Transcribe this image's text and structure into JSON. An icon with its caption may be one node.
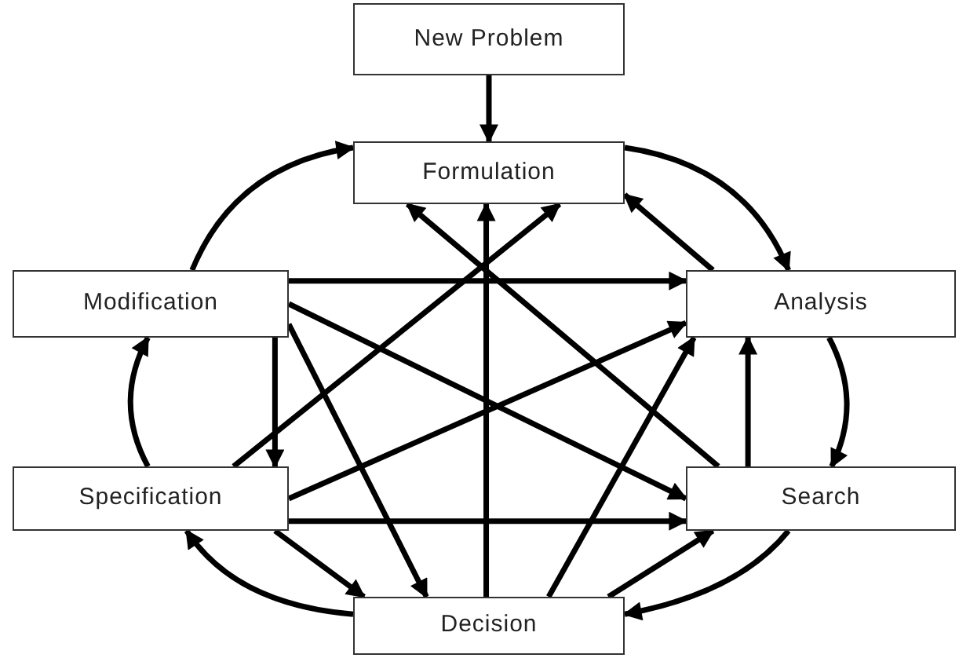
{
  "diagram": {
    "nodes": [
      {
        "text": [
          "New Problem"
        ]
      },
      {
        "text": [
          "Formulation"
        ]
      },
      {
        "text": [
          "Modification"
        ]
      },
      {
        "text": [
          "Analysis"
        ]
      },
      {
        "text": [
          "Specification"
        ]
      },
      {
        "text": [
          "Search"
        ]
      },
      {
        "text": [
          "Decision"
        ]
      }
    ],
    "edges": [
      {
        "from": 0,
        "to": 1,
        "arrow": "to"
      },
      {
        "from": 1,
        "to": 3,
        "arrow": "to"
      },
      {
        "from": 3,
        "to": 5,
        "arrow": "to"
      },
      {
        "from": 5,
        "to": 6,
        "arrow": "to"
      },
      {
        "from": 6,
        "to": 4,
        "arrow": "to"
      },
      {
        "from": 4,
        "to": 2,
        "arrow": "to"
      },
      {
        "from": 2,
        "to": 1,
        "arrow": "to"
      },
      {
        "from": 3,
        "to": 1,
        "arrow": "to"
      },
      {
        "from": 5,
        "to": 3,
        "arrow": "to"
      },
      {
        "from": 6,
        "to": 5,
        "arrow": "to"
      },
      {
        "from": 4,
        "to": 6,
        "arrow": "to"
      },
      {
        "from": 2,
        "to": 4,
        "arrow": "to"
      },
      {
        "from": 2,
        "to": 3,
        "arrow": "to"
      },
      {
        "from": 2,
        "to": 5,
        "arrow": "to"
      },
      {
        "from": 2,
        "to": 6,
        "arrow": "to"
      },
      {
        "from": 4,
        "to": 1,
        "arrow": "to"
      },
      {
        "from": 4,
        "to": 3,
        "arrow": "to"
      },
      {
        "from": 4,
        "to": 5,
        "arrow": "to"
      },
      {
        "from": 6,
        "to": 1,
        "arrow": "to"
      },
      {
        "from": 6,
        "to": 3,
        "arrow": "to"
      },
      {
        "from": 5,
        "to": 1,
        "arrow": "to"
      }
    ]
  }
}
